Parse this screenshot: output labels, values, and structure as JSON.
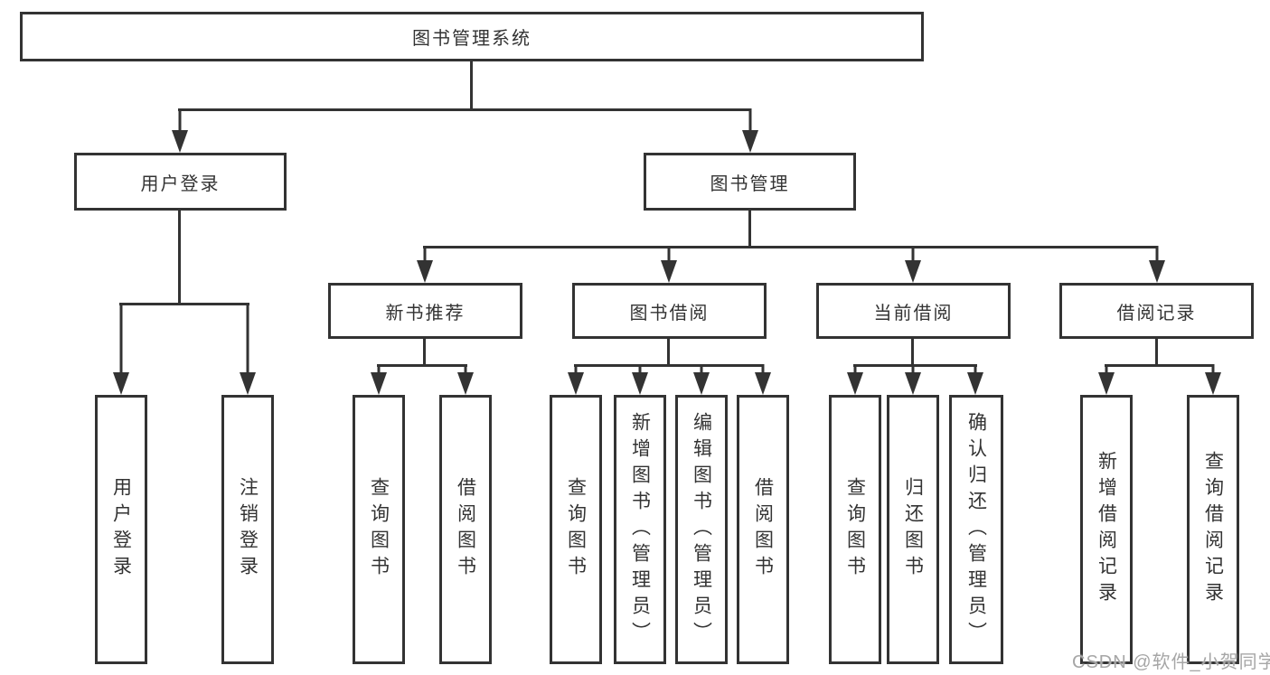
{
  "diagram": {
    "root": {
      "label": "图书管理系统"
    },
    "level2": [
      {
        "label": "用户登录"
      },
      {
        "label": "图书管理"
      }
    ],
    "level3": [
      {
        "label": "新书推荐"
      },
      {
        "label": "图书借阅"
      },
      {
        "label": "当前借阅"
      },
      {
        "label": "借阅记录"
      }
    ],
    "leaves": {
      "user_login": [
        "用户登录",
        "注销登录"
      ],
      "new_books": [
        "查询图书",
        "借阅图书"
      ],
      "book_borrow": [
        "查询图书",
        "新增图书（管理员）",
        "编辑图书（管理员）",
        "借阅图书"
      ],
      "current_borrow": [
        "查询图书",
        "归还图书",
        "确认归还（管理员）"
      ],
      "borrow_records": [
        "新增借阅记录",
        "查询借阅记录"
      ]
    }
  },
  "watermark": {
    "text": "CSDN @软件_小贺同学"
  },
  "colors": {
    "line": "#333333",
    "text": "#333333",
    "watermark": "#a6a6a6",
    "background": "#ffffff"
  }
}
